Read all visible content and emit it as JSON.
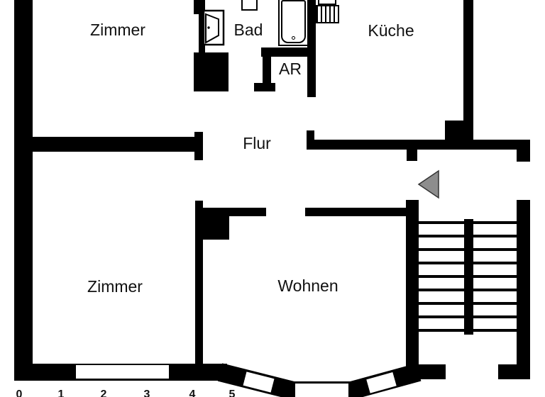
{
  "rooms": {
    "zimmer_top": "Zimmer",
    "bad": "Bad",
    "kueche": "Küche",
    "ar": "AR",
    "flur": "Flur",
    "zimmer_bottom": "Zimmer",
    "wohnen": "Wohnen"
  },
  "scale_bar": {
    "ticks": [
      "0",
      "1",
      "2",
      "3",
      "4",
      "5"
    ]
  },
  "fixtures": [
    "door-icon",
    "toilet-icon",
    "bathtub-icon",
    "kitchen-sink-icon",
    "entrance-arrow-icon",
    "staircase",
    "bay-window",
    "window"
  ],
  "colors": {
    "wall": "#000000",
    "background": "#ffffff",
    "arrow_fill": "#8d8d8d",
    "arrow_stroke": "#333333",
    "label": "#111111"
  }
}
